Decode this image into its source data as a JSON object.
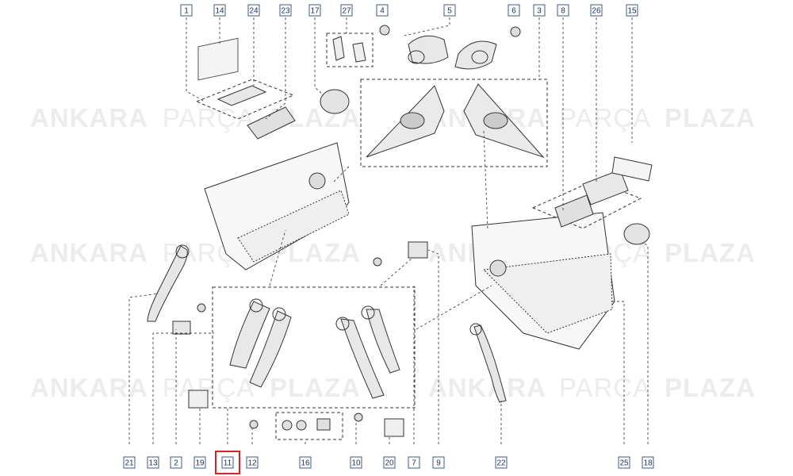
{
  "watermark": {
    "brand1": "ANKARA",
    "brand2": "PARÇA",
    "brand3": "PLAZA"
  },
  "colors": {
    "callout_border": "#3d5a8a",
    "highlight": "#e31e24",
    "line": "#333333"
  },
  "top_callouts": [
    "1",
    "14",
    "24",
    "23",
    "17",
    "27",
    "4",
    "5",
    "6",
    "3",
    "8",
    "26",
    "15"
  ],
  "bottom_callouts": [
    "21",
    "13",
    "2",
    "19",
    "11",
    "12",
    "16",
    "10",
    "20",
    "7",
    "9",
    "22",
    "25",
    "18"
  ],
  "highlighted": "11"
}
